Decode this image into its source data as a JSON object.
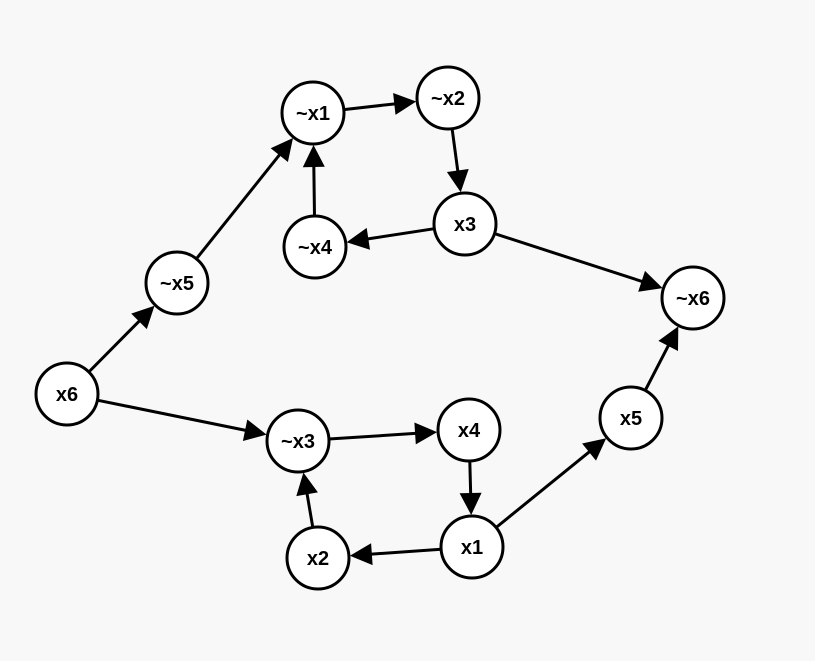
{
  "diagram": {
    "type": "directed-graph",
    "colors": {
      "background": "#f8f8f8",
      "node_fill": "#ffffff",
      "stroke": "#000000",
      "text": "#000000"
    },
    "nodes": [
      {
        "id": "n_x6",
        "label": "x6"
      },
      {
        "id": "n_nx5",
        "label": "~x5"
      },
      {
        "id": "n_nx1",
        "label": "~x1"
      },
      {
        "id": "n_nx2",
        "label": "~x2"
      },
      {
        "id": "n_x3",
        "label": "x3"
      },
      {
        "id": "n_nx4",
        "label": "~x4"
      },
      {
        "id": "n_nx6",
        "label": "~x6"
      },
      {
        "id": "n_nx3",
        "label": "~x3"
      },
      {
        "id": "n_x4",
        "label": "x4"
      },
      {
        "id": "n_x1",
        "label": "x1"
      },
      {
        "id": "n_x2",
        "label": "x2"
      },
      {
        "id": "n_x5",
        "label": "x5"
      }
    ],
    "edges": [
      {
        "from": "n_x6",
        "to": "n_nx5"
      },
      {
        "from": "n_nx5",
        "to": "n_nx1"
      },
      {
        "from": "n_nx1",
        "to": "n_nx2"
      },
      {
        "from": "n_nx2",
        "to": "n_x3"
      },
      {
        "from": "n_x3",
        "to": "n_nx4"
      },
      {
        "from": "n_nx4",
        "to": "n_nx1"
      },
      {
        "from": "n_x3",
        "to": "n_nx6"
      },
      {
        "from": "n_x6",
        "to": "n_nx3"
      },
      {
        "from": "n_nx3",
        "to": "n_x4"
      },
      {
        "from": "n_x4",
        "to": "n_x1"
      },
      {
        "from": "n_x1",
        "to": "n_x2"
      },
      {
        "from": "n_x2",
        "to": "n_nx3"
      },
      {
        "from": "n_x1",
        "to": "n_x5"
      },
      {
        "from": "n_x5",
        "to": "n_nx6"
      }
    ]
  }
}
